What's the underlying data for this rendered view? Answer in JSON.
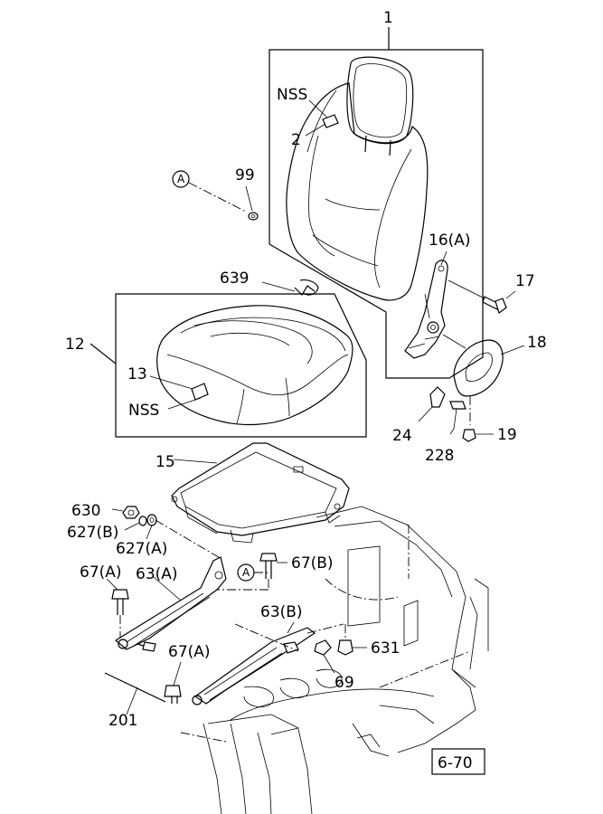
{
  "labels": {
    "l1": "1",
    "l2": "2",
    "nss_top": "NSS",
    "a_top": "A",
    "l99": "99",
    "l16a": "16(A)",
    "l17": "17",
    "l639": "639",
    "l12": "12",
    "l13": "13",
    "nss_bottom": "NSS",
    "l18": "18",
    "l24": "24",
    "l19": "19",
    "l228": "228",
    "l15": "15",
    "l630": "630",
    "l627b": "627(B)",
    "l627a": "627(A)",
    "a_bottom": "A",
    "l67a_top": "67(A)",
    "l63a": "63(A)",
    "l67b": "67(B)",
    "l63b": "63(B)",
    "l631": "631",
    "l69": "69",
    "l67a_bottom": "67(A)",
    "l201": "201",
    "ref": "6-70"
  }
}
